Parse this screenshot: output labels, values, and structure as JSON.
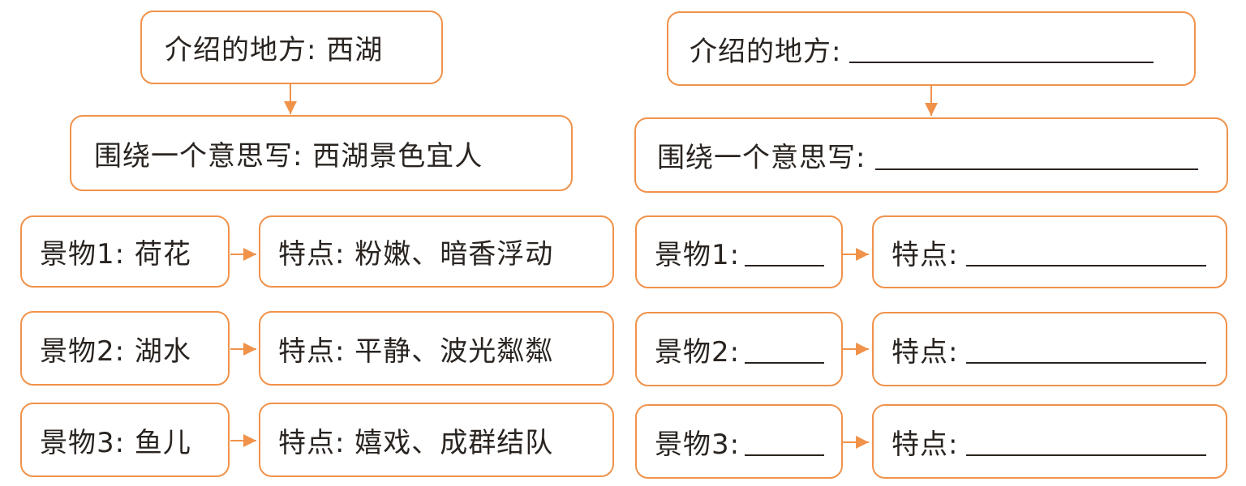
{
  "left": {
    "place": "介绍的地方: 西湖",
    "theme": "围绕一个意思写: 西湖景色宜人",
    "rows": [
      {
        "scene": "景物1: 荷花",
        "feature": "特点: 粉嫩、暗香浮动"
      },
      {
        "scene": "景物2: 湖水",
        "feature": "特点: 平静、波光粼粼"
      },
      {
        "scene": "景物3: 鱼儿",
        "feature": "特点: 嬉戏、成群结队"
      }
    ]
  },
  "right": {
    "place": "介绍的地方:",
    "theme": "围绕一个意思写:",
    "rows": [
      {
        "scene": "景物1:",
        "feature": "特点:"
      },
      {
        "scene": "景物2:",
        "feature": "特点:"
      },
      {
        "scene": "景物3:",
        "feature": "特点:"
      }
    ]
  },
  "colors": {
    "border": "#f0924a",
    "text": "#2a2420"
  }
}
